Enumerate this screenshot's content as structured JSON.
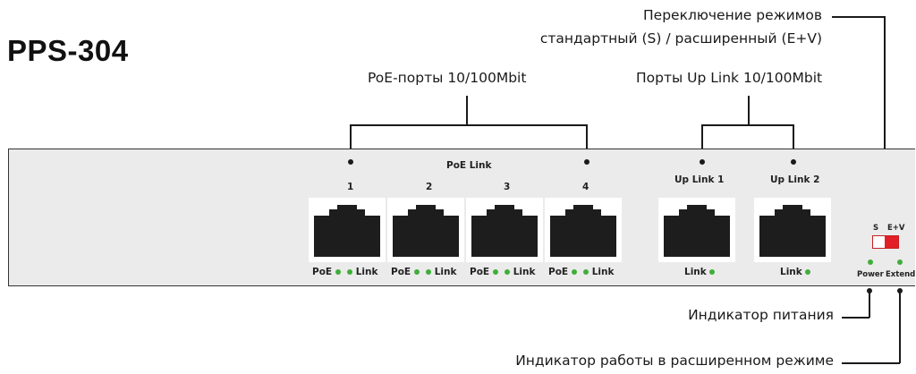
{
  "title": "PPS-304",
  "callouts": {
    "mode_switch_line1": "Переключение режимов",
    "mode_switch_line2": "стандартный (S) / расширенный (E+V)",
    "poe_ports": "PoE-порты 10/100Mbit",
    "uplink_ports": "Порты Up Link 10/100Mbit",
    "power_indicator": "Индикатор питания",
    "extend_indicator": "Индикатор работы в расширенном режиме"
  },
  "panel": {
    "poe_link_label": "PoE Link",
    "poe_ports": [
      {
        "number": "1",
        "poe": "PoE",
        "link": "Link"
      },
      {
        "number": "2",
        "poe": "PoE",
        "link": "Link"
      },
      {
        "number": "3",
        "poe": "PoE",
        "link": "Link"
      },
      {
        "number": "4",
        "poe": "PoE",
        "link": "Link"
      }
    ],
    "uplink_ports": [
      {
        "label": "Up Link 1",
        "link": "Link"
      },
      {
        "label": "Up Link 2",
        "link": "Link"
      }
    ],
    "switch_s": "S",
    "switch_ev": "E+V",
    "power_label": "Power",
    "extend_label": "Extend"
  },
  "colors": {
    "led": "#3fae3a",
    "switch_red": "#e21f26",
    "panel_bg": "#ebebeb"
  }
}
